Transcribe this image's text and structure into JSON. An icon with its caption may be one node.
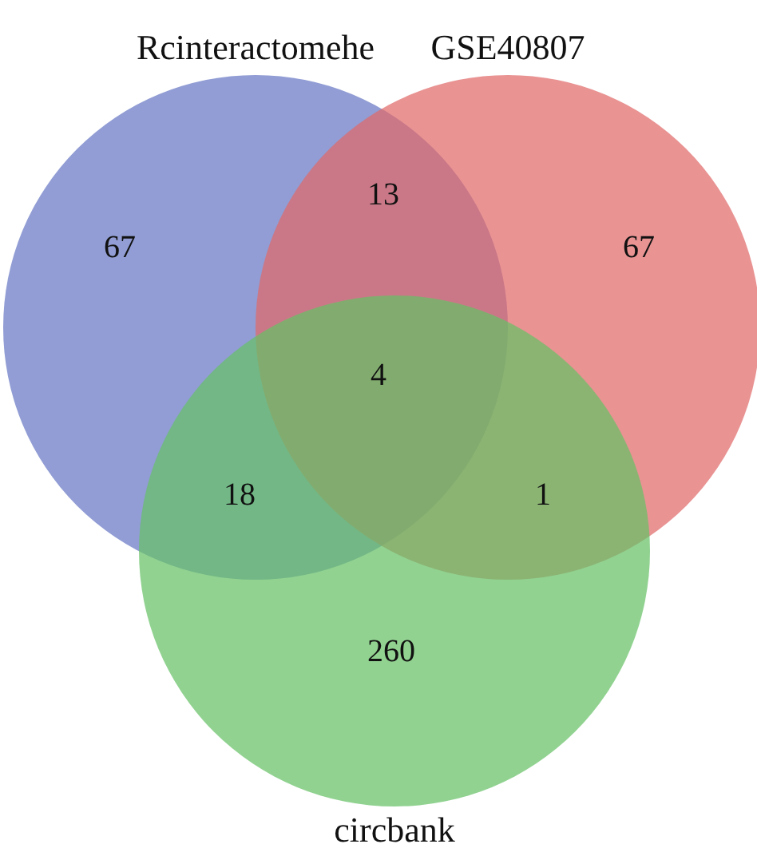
{
  "diagram": {
    "nodes": [
      {
        "text": [
          "Rcinteractomehe"
        ]
      },
      {
        "text": [
          "GSE40807"
        ]
      },
      {
        "text": [
          "circbank"
        ]
      }
    ],
    "edges": [],
    "labels": [
      "67",
      "13",
      "67",
      "4",
      "18",
      "1",
      "260"
    ]
  }
}
